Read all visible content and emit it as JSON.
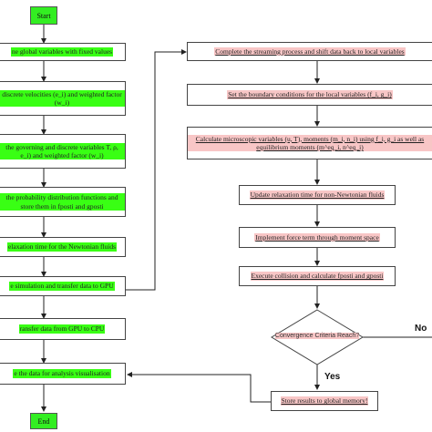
{
  "start_label": "Start",
  "end_label": "End",
  "left_steps": [
    "ne global variables with fixed values",
    "discrete velocities (e_i) and weighted factor (w_i)",
    "the governing and discrete variables T, ρ, e_i) and weighted factor (w_i)",
    "the probability distribution functions and store them in fposti and gposti",
    "elaxation time for the Newtonian fluids",
    "e simulation and transfer data to GPU",
    "ransfer data from GPU to CPU",
    "e the data for analysis visualisation"
  ],
  "right_steps": [
    "Complete the streaming process and shift data back to local variables",
    "Set the boundary conditions for the local variables (f_i, g_i)",
    "Calculate microscopic variables (u, T), moments (m_i, n_i) using f_i, g_i as well as equilibrium moments (m^eq_i, n^eq_i)",
    "Update relaxation time for non-Newtonian fluids",
    "Implement force term through moment space",
    "Execute collision and calculate fposti and gposti"
  ],
  "decision_label": "Convergence Criteria Reach?",
  "yes_label": "Yes",
  "no_label": "No",
  "store_label": "Store results to global memory!",
  "colors": {
    "highlight": "#39ff14",
    "pink": "#f8c6c6",
    "terminal": "#33ee22"
  }
}
